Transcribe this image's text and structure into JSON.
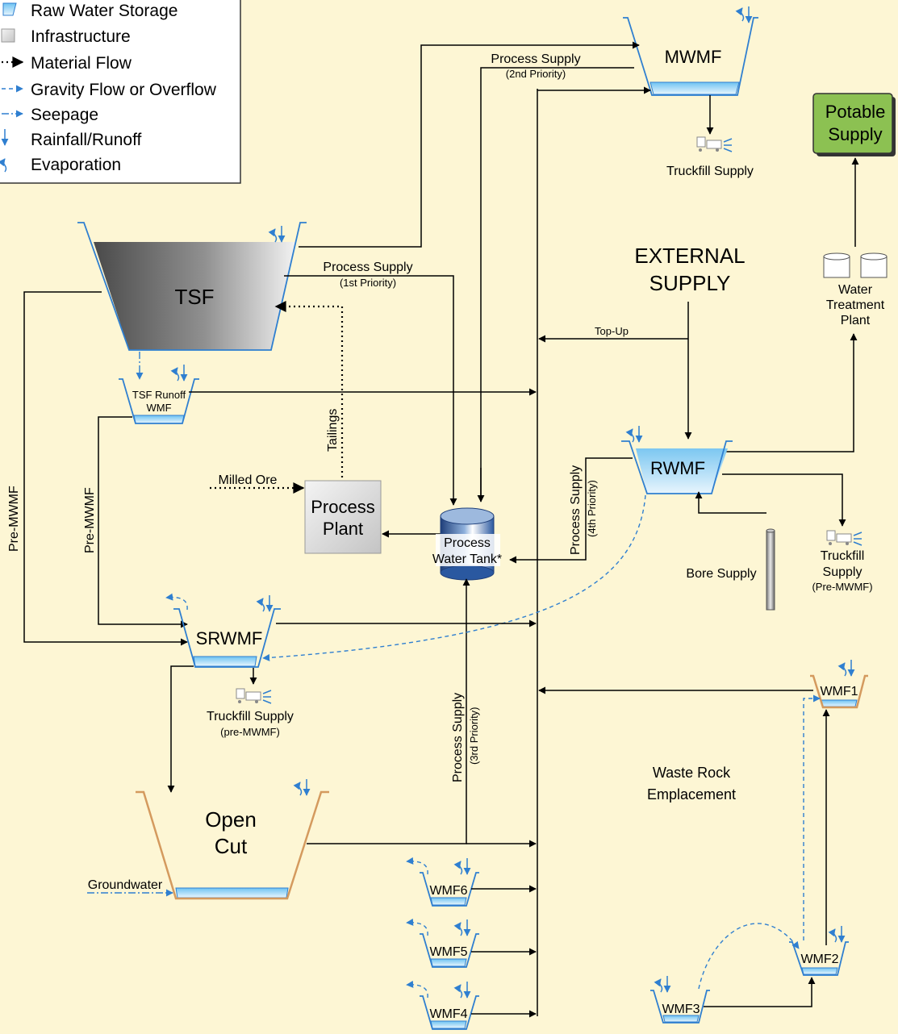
{
  "legend": {
    "raw_water_storage": "Raw Water Storage",
    "infrastructure": "Infrastructure",
    "material_flow": "Material Flow",
    "gravity_flow": "Gravity Flow or Overflow",
    "seepage": "Seepage",
    "rainfall_runoff": "Rainfall/Runoff",
    "evaporation": "Evaporation"
  },
  "nodes": {
    "mwmf": "MWMF",
    "tsf": "TSF",
    "tsf_runoff_line1": "TSF Runoff",
    "tsf_runoff_line2": "WMF",
    "rwmf": "RWMF",
    "srwmf": "SRWMF",
    "open_cut_line1": "Open",
    "open_cut_line2": "Cut",
    "wmf1": "WMF1",
    "wmf2": "WMF2",
    "wmf3": "WMF3",
    "wmf4": "WMF4",
    "wmf5": "WMF5",
    "wmf6": "WMF6",
    "process_plant_line1": "Process",
    "process_plant_line2": "Plant",
    "process_water_tank_line1": "Process",
    "process_water_tank_line2": "Water Tank*",
    "potable_supply_line1": "Potable",
    "potable_supply_line2": "Supply",
    "water_treatment_line1": "Water",
    "water_treatment_line2": "Treatment",
    "water_treatment_line3": "Plant",
    "external_supply_line1": "EXTERNAL",
    "external_supply_line2": "SUPPLY",
    "waste_rock_line1": "Waste Rock",
    "waste_rock_line2": "Emplacement"
  },
  "labels": {
    "process_supply": "Process Supply",
    "priority_1": "(1st Priority)",
    "priority_2": "(2nd Priority)",
    "priority_3": "(3rd Priority)",
    "priority_4": "(4th Priority)",
    "truckfill_supply": "Truckfill Supply",
    "truckfill": "Truckfill",
    "supply": "Supply",
    "pre_mwmf_paren": "(Pre-MWMF)",
    "truckfill_supply_srwmf": "Truckfill Supply",
    "pre_mwmf_lower_paren": "(pre-MWMF)",
    "top_up": "Top-Up",
    "tailings": "Tailings",
    "milled_ore": "Milled Ore",
    "bore_supply": "Bore Supply",
    "groundwater": "Groundwater",
    "pre_mwmf_left": "Pre-MWMF",
    "pre_mwmf_inner": "Pre-MWMF"
  },
  "colors": {
    "background": "#fdf6d4",
    "blue_flow": "#2f7fd0",
    "tan_pond": "#d49a5e",
    "potable_green": "#8cc152"
  }
}
